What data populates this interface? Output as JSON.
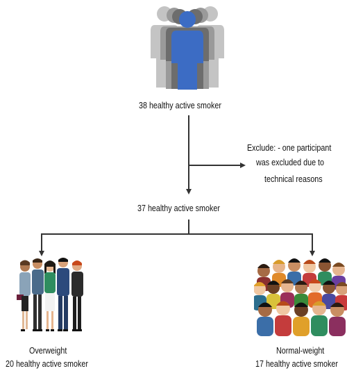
{
  "top_node": {
    "label": "38 healthy active smoker",
    "icon": "people-group-icon"
  },
  "exclusion": {
    "line1": "Exclude:  - one participant",
    "line2": "was excluded due to",
    "line3": "technical reasons"
  },
  "middle_node": {
    "label": "37 healthy  active smoker"
  },
  "left_group": {
    "title": "Overweight",
    "count": "20 healthy active smoker",
    "icon": "business-people-icon"
  },
  "right_group": {
    "title": "Normal-weight",
    "count": "17 healthy active smoker",
    "icon": "crowd-icon"
  },
  "colors": {
    "accent_figure": "#3c6cc4",
    "shadow_figure": "#8e8e8e",
    "line": "#333333"
  }
}
